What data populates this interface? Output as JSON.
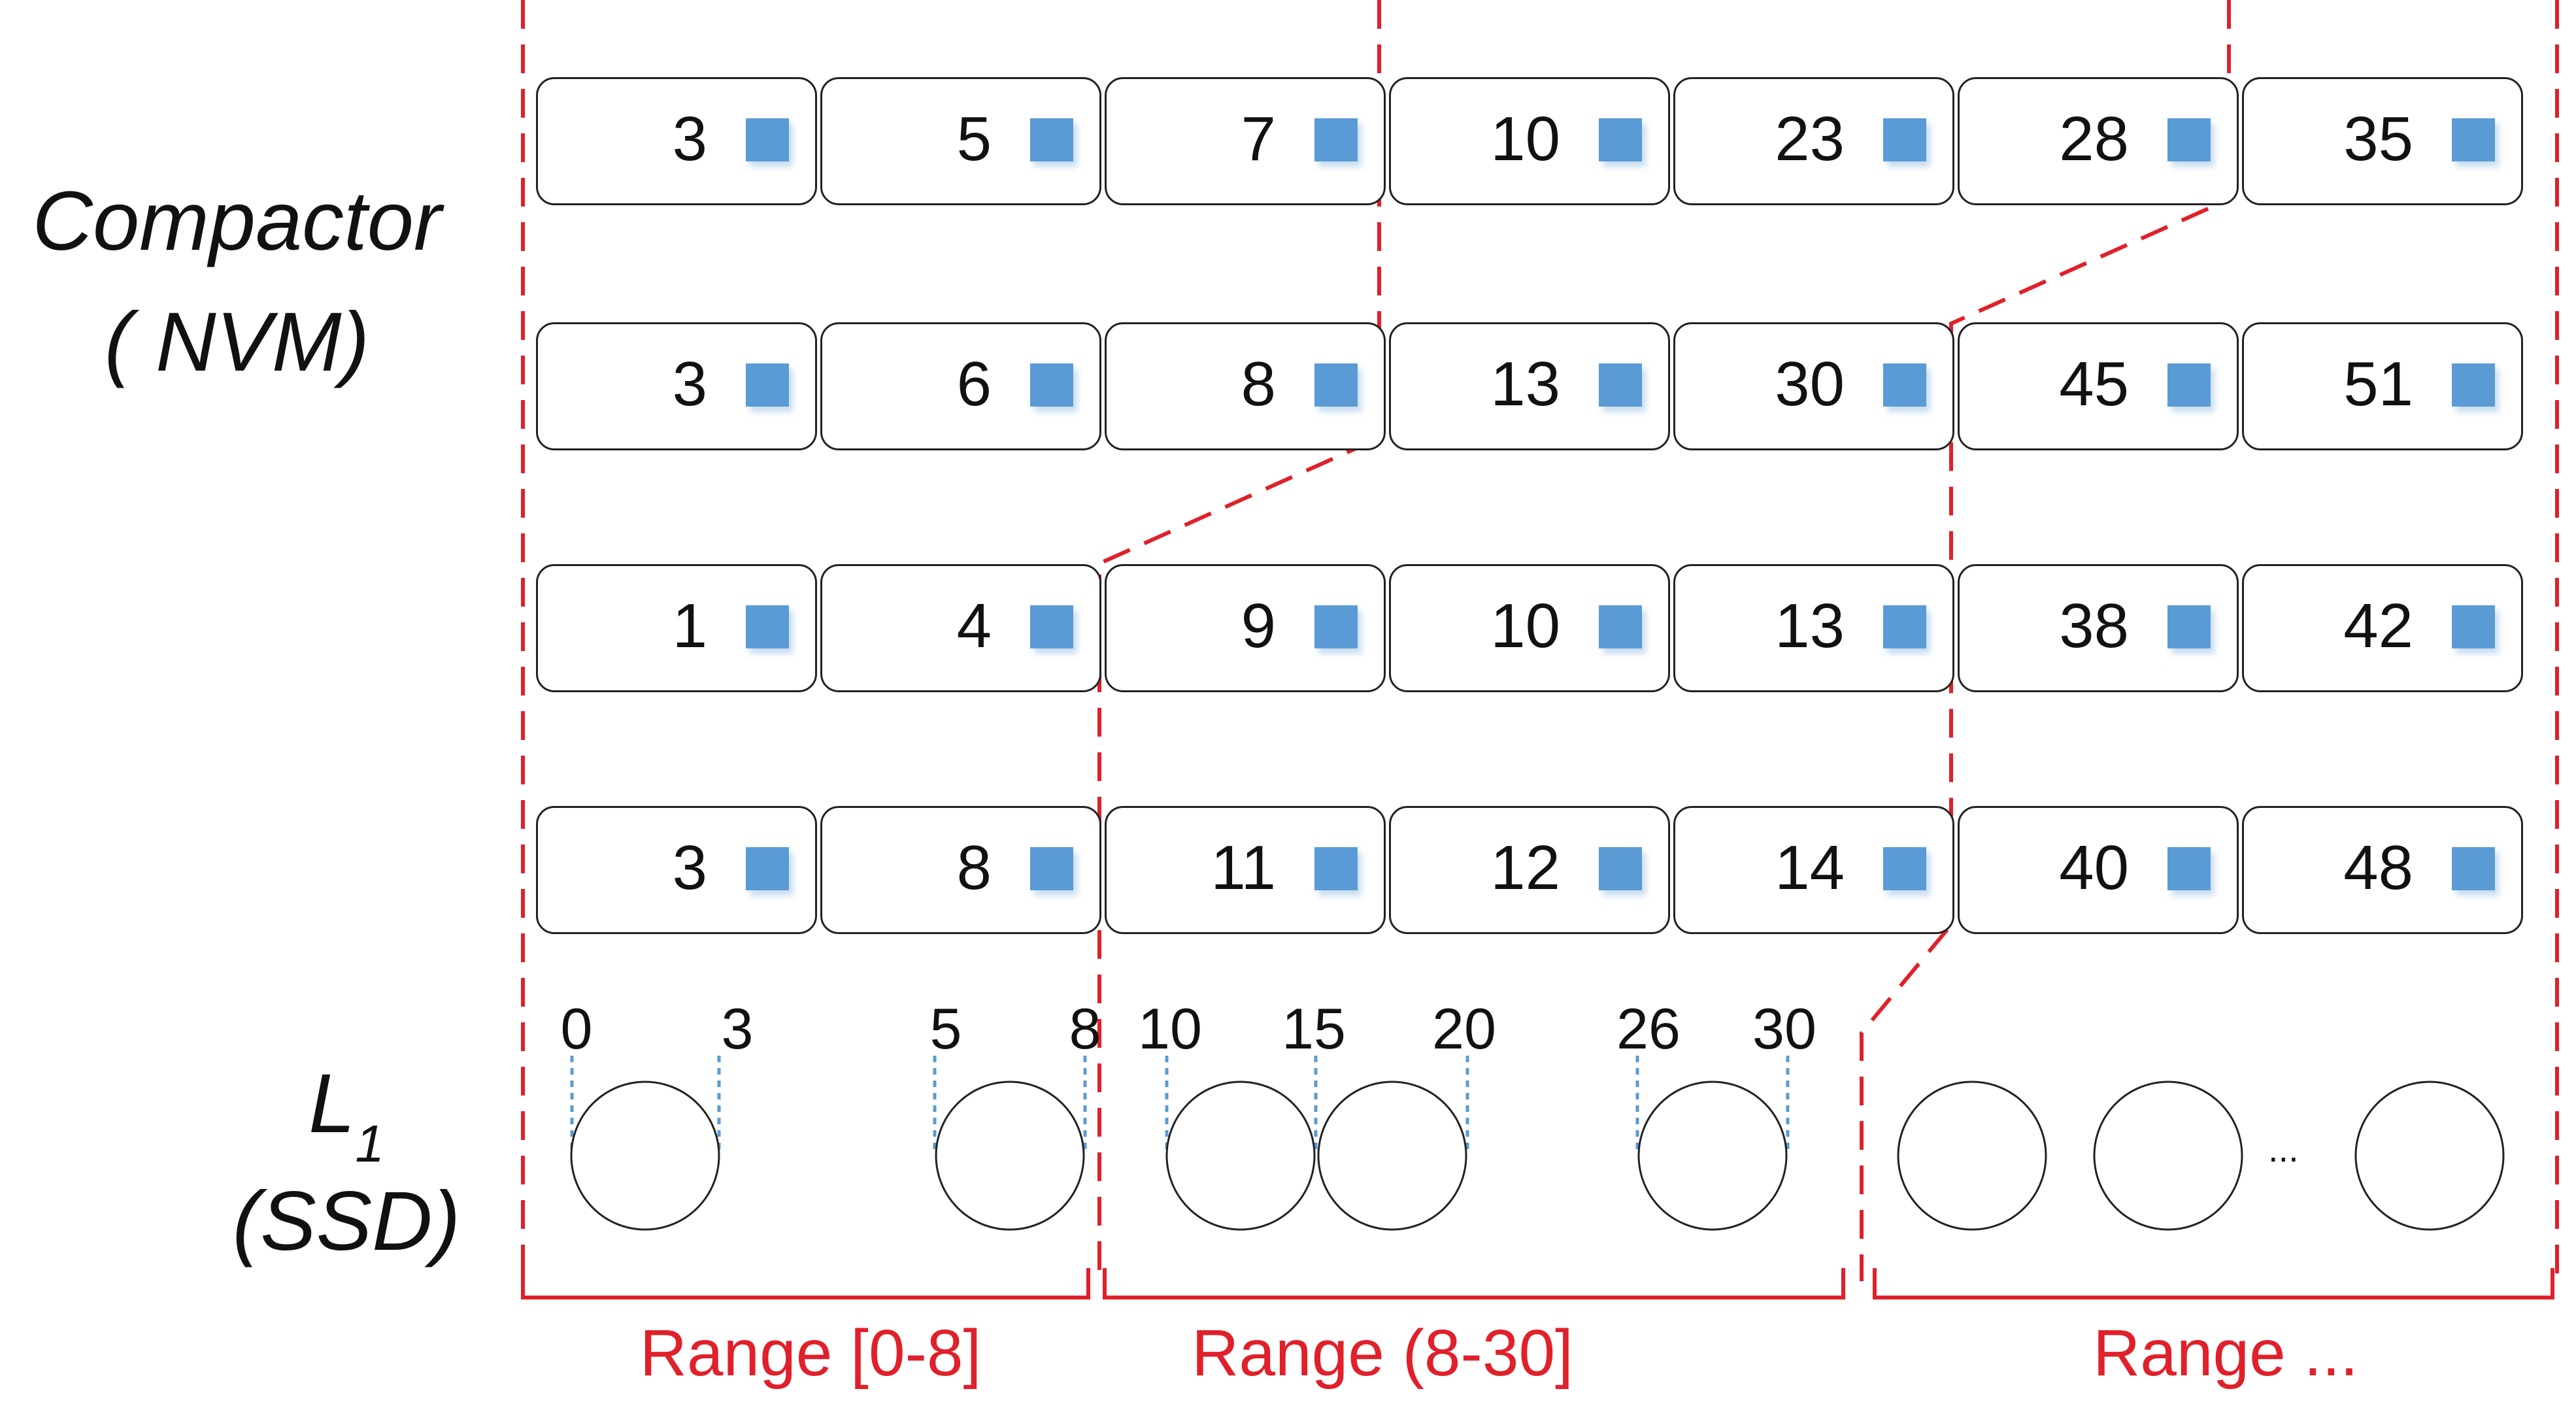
{
  "labels": {
    "compactor": "Compactor",
    "nvm": "( NVM)",
    "l1": "L",
    "l1_sub": "1",
    "ssd": "(SSD)",
    "ellipsis": "..."
  },
  "rows": [
    {
      "keys": [
        "3",
        "5",
        "7",
        "10",
        "23",
        "28",
        "35"
      ]
    },
    {
      "keys": [
        "3",
        "6",
        "8",
        "13",
        "30",
        "45",
        "51"
      ]
    },
    {
      "keys": [
        "1",
        "4",
        "9",
        "10",
        "13",
        "38",
        "42"
      ]
    },
    {
      "keys": [
        "3",
        "8",
        "11",
        "12",
        "14",
        "40",
        "48"
      ]
    }
  ],
  "ssd_ticks": [
    "0",
    "3",
    "5",
    "8",
    "10",
    "15",
    "20",
    "26",
    "30"
  ],
  "ranges": [
    "Range [0-8]",
    "Range (8-30]",
    "Range ..."
  ],
  "colors": {
    "partition_line": "#e0202a",
    "marker": "#5b9bd5",
    "guide": "#5b9bd5",
    "outline": "#222222"
  }
}
